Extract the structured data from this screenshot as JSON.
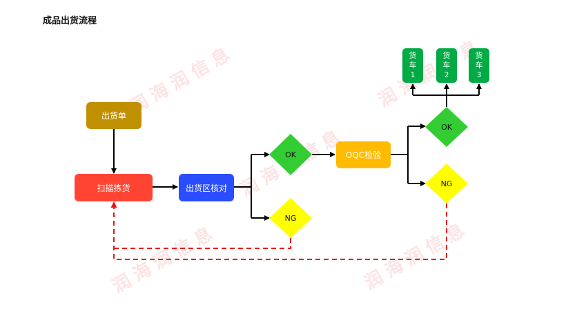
{
  "title": "成品出货流程",
  "nodes": {
    "shipping_order": "出货单",
    "scan_pick": "扫描拣货",
    "area_check": "出货区核对",
    "ok1": "OK",
    "ng1": "NG",
    "oqc": "OQC检验",
    "ok2": "OK",
    "ng2": "NG"
  },
  "trucks": [
    {
      "line1": "货",
      "line2": "车",
      "line3": "1"
    },
    {
      "line1": "货",
      "line2": "车",
      "line3": "2"
    },
    {
      "line1": "货",
      "line2": "车",
      "line3": "3"
    }
  ],
  "watermark": "润海润信息",
  "colors": {
    "shipping_order": "#c09000",
    "scan_pick": "#ff4433",
    "area_check": "#2a4dff",
    "ok": "#33cc33",
    "ng": "#ffff00",
    "oqc": "#ffbb00",
    "truck": "#00aa44",
    "dashed": "#ee1111"
  }
}
